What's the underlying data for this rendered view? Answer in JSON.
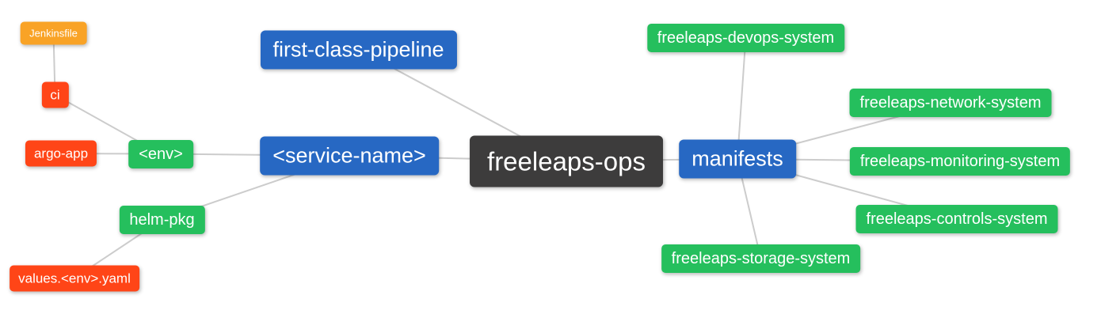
{
  "diagram": {
    "type": "mindmap",
    "palette": {
      "root_dark": "#3d3c3c",
      "level1_blue": "#2768c3",
      "level2_green": "#25bf5d",
      "level3_red": "#ff4517",
      "level4_amber": "#f9a326",
      "edge_line": "#cccccc",
      "background": "#ffffff",
      "node_text": "#ffffff"
    },
    "nodes": {
      "freeleaps_ops": {
        "label": "freeleaps-ops",
        "level": 0,
        "color": "#3d3c3c"
      },
      "first_class_pipeline": {
        "label": "first-class-pipeline",
        "level": 1,
        "color": "#2768c3"
      },
      "service_name": {
        "label": "<service-name>",
        "level": 1,
        "color": "#2768c3"
      },
      "manifests": {
        "label": "manifests",
        "level": 1,
        "color": "#2768c3"
      },
      "env": {
        "label": "<env>",
        "level": 2,
        "color": "#25bf5d"
      },
      "helm_pkg": {
        "label": "helm-pkg",
        "level": 2,
        "color": "#25bf5d"
      },
      "ci": {
        "label": "ci",
        "level": 3,
        "color": "#ff4517"
      },
      "argo_app": {
        "label": "argo-app",
        "level": 3,
        "color": "#ff4517"
      },
      "values_env_yaml": {
        "label": "values.<env>.yaml",
        "level": 3,
        "color": "#ff4517"
      },
      "jenkinsfile": {
        "label": "Jenkinsfile",
        "level": 4,
        "color": "#f9a326"
      },
      "devops_system": {
        "label": "freeleaps-devops-system",
        "level": 2,
        "color": "#25bf5d"
      },
      "network_system": {
        "label": "freeleaps-network-system",
        "level": 2,
        "color": "#25bf5d"
      },
      "monitoring_system": {
        "label": "freeleaps-monitoring-system",
        "level": 2,
        "color": "#25bf5d"
      },
      "controls_system": {
        "label": "freeleaps-controls-system",
        "level": 2,
        "color": "#25bf5d"
      },
      "storage_system": {
        "label": "freeleaps-storage-system",
        "level": 2,
        "color": "#25bf5d"
      }
    },
    "edges": [
      {
        "from": "freeleaps_ops",
        "to": "first_class_pipeline"
      },
      {
        "from": "freeleaps_ops",
        "to": "service_name"
      },
      {
        "from": "freeleaps_ops",
        "to": "manifests"
      },
      {
        "from": "service_name",
        "to": "env"
      },
      {
        "from": "service_name",
        "to": "helm_pkg"
      },
      {
        "from": "env",
        "to": "ci"
      },
      {
        "from": "env",
        "to": "argo_app"
      },
      {
        "from": "ci",
        "to": "jenkinsfile"
      },
      {
        "from": "helm_pkg",
        "to": "values_env_yaml"
      },
      {
        "from": "manifests",
        "to": "devops_system"
      },
      {
        "from": "manifests",
        "to": "network_system"
      },
      {
        "from": "manifests",
        "to": "monitoring_system"
      },
      {
        "from": "manifests",
        "to": "controls_system"
      },
      {
        "from": "manifests",
        "to": "storage_system"
      }
    ]
  }
}
